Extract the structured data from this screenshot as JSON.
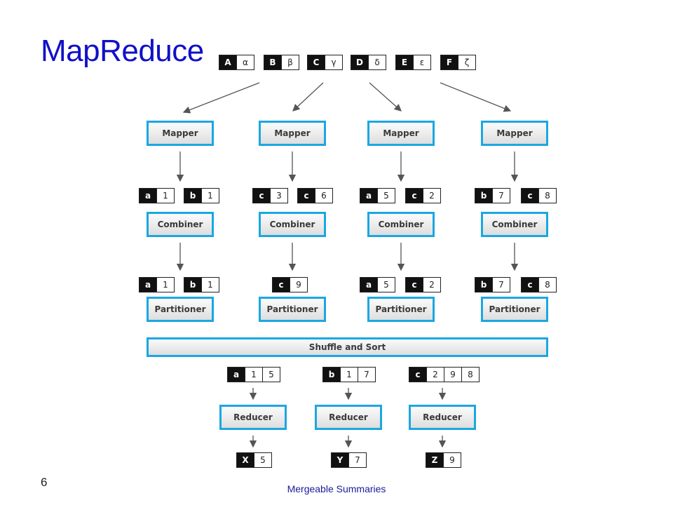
{
  "title": "MapReduce",
  "page_number": "6",
  "footer": "Mergeable Summaries",
  "inputs": [
    {
      "key": "A",
      "values": [
        "α"
      ]
    },
    {
      "key": "B",
      "values": [
        "β"
      ]
    },
    {
      "key": "C",
      "values": [
        "γ"
      ]
    },
    {
      "key": "D",
      "values": [
        "δ"
      ]
    },
    {
      "key": "E",
      "values": [
        "ε"
      ]
    },
    {
      "key": "F",
      "values": [
        "ζ"
      ]
    }
  ],
  "columns": [
    {
      "mapper": "Mapper",
      "mapper_output": [
        {
          "key": "a",
          "values": [
            "1"
          ]
        },
        {
          "key": "b",
          "values": [
            "1"
          ]
        }
      ],
      "combiner": "Combiner",
      "combiner_output": [
        {
          "key": "a",
          "values": [
            "1"
          ]
        },
        {
          "key": "b",
          "values": [
            "1"
          ]
        }
      ],
      "partitioner": "Partitioner"
    },
    {
      "mapper": "Mapper",
      "mapper_output": [
        {
          "key": "c",
          "values": [
            "3"
          ]
        },
        {
          "key": "c",
          "values": [
            "6"
          ]
        }
      ],
      "combiner": "Combiner",
      "combiner_output": [
        {
          "key": "c",
          "values": [
            "9"
          ]
        }
      ],
      "partitioner": "Partitioner"
    },
    {
      "mapper": "Mapper",
      "mapper_output": [
        {
          "key": "a",
          "values": [
            "5"
          ]
        },
        {
          "key": "c",
          "values": [
            "2"
          ]
        }
      ],
      "combiner": "Combiner",
      "combiner_output": [
        {
          "key": "a",
          "values": [
            "5"
          ]
        },
        {
          "key": "c",
          "values": [
            "2"
          ]
        }
      ],
      "partitioner": "Partitioner"
    },
    {
      "mapper": "Mapper",
      "mapper_output": [
        {
          "key": "b",
          "values": [
            "7"
          ]
        },
        {
          "key": "c",
          "values": [
            "8"
          ]
        }
      ],
      "combiner": "Combiner",
      "combiner_output": [
        {
          "key": "b",
          "values": [
            "7"
          ]
        },
        {
          "key": "c",
          "values": [
            "8"
          ]
        }
      ],
      "partitioner": "Partitioner"
    }
  ],
  "shuffle": "Shuffle and Sort",
  "reducers": [
    {
      "input": {
        "key": "a",
        "values": [
          "1",
          "5"
        ]
      },
      "label": "Reducer",
      "output": {
        "key": "X",
        "values": [
          "5"
        ]
      }
    },
    {
      "input": {
        "key": "b",
        "values": [
          "1",
          "7"
        ]
      },
      "label": "Reducer",
      "output": {
        "key": "Y",
        "values": [
          "7"
        ]
      }
    },
    {
      "input": {
        "key": "c",
        "values": [
          "2",
          "9",
          "8"
        ]
      },
      "label": "Reducer",
      "output": {
        "key": "Z",
        "values": [
          "9"
        ]
      }
    }
  ],
  "colors": {
    "title": "#1010c8",
    "box_border": "#1ba7e2",
    "arrow": "#555555"
  }
}
